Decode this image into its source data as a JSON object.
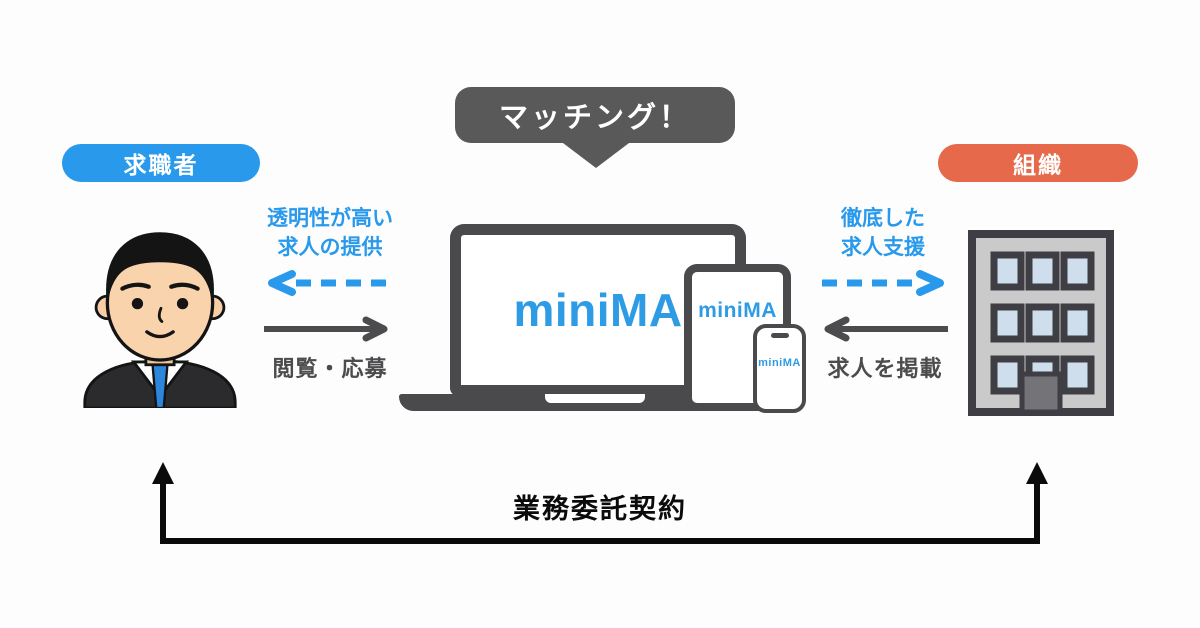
{
  "colors": {
    "accent_blue": "#2999EC",
    "accent_orange": "#E5694A",
    "bubble_gray": "#595959",
    "arrow_gray": "#4C4C4E",
    "device_gray": "#4A4A4C",
    "contract_black": "#0B0B0B"
  },
  "bubble": {
    "label": "マッチング！"
  },
  "job_seeker": {
    "label": "求職者",
    "inbound_line1": "透明性が高い",
    "inbound_line2": "求人の提供",
    "outbound": "閲覧・応募"
  },
  "organization": {
    "label": "組織",
    "inbound_line1": "徹底した",
    "inbound_line2": "求人支援",
    "outbound": "求人を掲載"
  },
  "platform": {
    "logo_prefix": "mini",
    "logo_suffix": "MA"
  },
  "contract": {
    "label": "業務委託契約"
  }
}
